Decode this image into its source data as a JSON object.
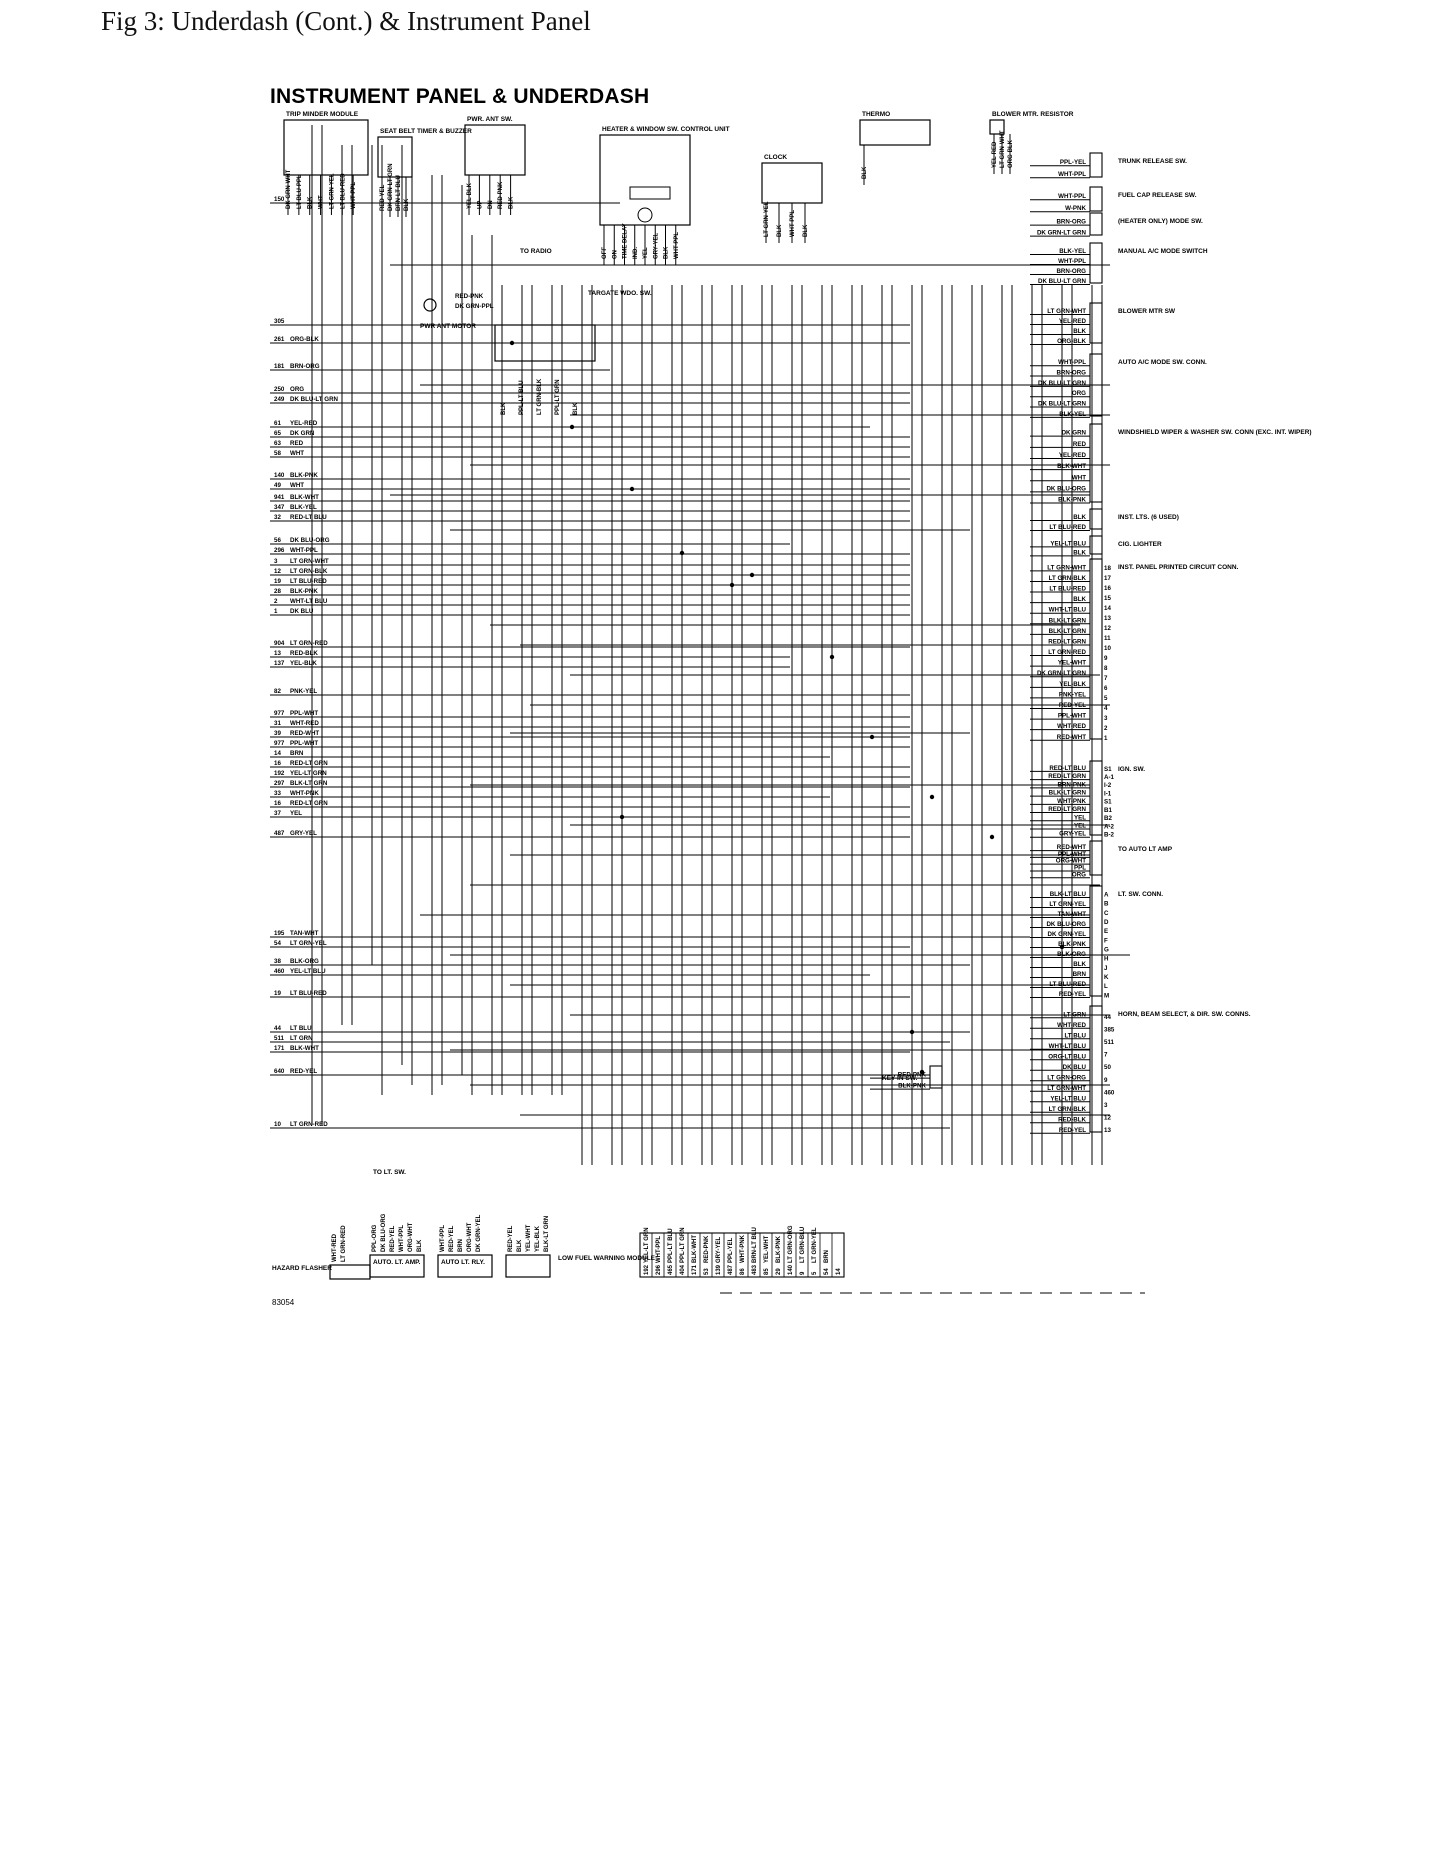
{
  "page_caption": "Fig 3: Underdash (Cont.) & Instrument Panel",
  "diagram": {
    "title": "INSTRUMENT PANEL & UNDERDASH",
    "figure_code": "83054",
    "left_circuits": [
      {
        "num": "150",
        "wire": ""
      },
      {
        "num": "305",
        "wire": ""
      },
      {
        "num": "261",
        "wire": "ORG-BLK"
      },
      {
        "num": "181",
        "wire": "BRN-ORG"
      },
      {
        "num": "250",
        "wire": "ORG"
      },
      {
        "num": "249",
        "wire": "DK BLU-LT GRN"
      },
      {
        "num": "61",
        "wire": "YEL-RED"
      },
      {
        "num": "65",
        "wire": "DK GRN"
      },
      {
        "num": "63",
        "wire": "RED"
      },
      {
        "num": "58",
        "wire": "WHT"
      },
      {
        "num": "140",
        "wire": "BLK-PNK"
      },
      {
        "num": "49",
        "wire": "WHT"
      },
      {
        "num": "941",
        "wire": "BLK-WHT"
      },
      {
        "num": "347",
        "wire": "BLK-YEL"
      },
      {
        "num": "32",
        "wire": "RED-LT BLU"
      },
      {
        "num": "56",
        "wire": "DK BLU-ORG"
      },
      {
        "num": "296",
        "wire": "WHT-PPL"
      },
      {
        "num": "3",
        "wire": "LT GRN-WHT"
      },
      {
        "num": "12",
        "wire": "LT GRN-BLK"
      },
      {
        "num": "19",
        "wire": "LT BLU-RED"
      },
      {
        "num": "28",
        "wire": "BLK-PNK"
      },
      {
        "num": "2",
        "wire": "WHT-LT BLU"
      },
      {
        "num": "1",
        "wire": "DK BLU"
      },
      {
        "num": "904",
        "wire": "LT GRN-RED"
      },
      {
        "num": "13",
        "wire": "RED-BLK"
      },
      {
        "num": "137",
        "wire": "YEL-BLK"
      },
      {
        "num": "82",
        "wire": "PNK-YEL"
      },
      {
        "num": "977",
        "wire": "PPL-WHT"
      },
      {
        "num": "31",
        "wire": "WHT-RED"
      },
      {
        "num": "39",
        "wire": "RED-WHT"
      },
      {
        "num": "977",
        "wire": "PPL-WHT"
      },
      {
        "num": "14",
        "wire": "BRN"
      },
      {
        "num": "16",
        "wire": "RED-LT GRN"
      },
      {
        "num": "192",
        "wire": "YEL-LT GRN"
      },
      {
        "num": "297",
        "wire": "BLK-LT GRN"
      },
      {
        "num": "33",
        "wire": "WHT-PNK"
      },
      {
        "num": "16",
        "wire": "RED-LT GRN"
      },
      {
        "num": "37",
        "wire": "YEL"
      },
      {
        "num": "487",
        "wire": "GRY-YEL"
      },
      {
        "num": "195",
        "wire": "TAN-WHT"
      },
      {
        "num": "54",
        "wire": "LT GRN-YEL"
      },
      {
        "num": "38",
        "wire": "BLK-ORG"
      },
      {
        "num": "460",
        "wire": "YEL-LT BLU"
      },
      {
        "num": "19",
        "wire": "LT BLU-RED"
      },
      {
        "num": "44",
        "wire": "LT BLU"
      },
      {
        "num": "511",
        "wire": "LT GRN"
      },
      {
        "num": "171",
        "wire": "BLK-WHT"
      },
      {
        "num": "640",
        "wire": "RED-YEL"
      },
      {
        "num": "10",
        "wire": "LT GRN-RED"
      }
    ],
    "top_components": [
      {
        "name": "TRIP MINDER MODULE",
        "pins": [
          "DK GRN-WHT",
          "LT BLU-PPL",
          "BLK",
          "WHT",
          "LT GRN-YEL",
          "LT BLU-RED",
          "WHT-PPL"
        ]
      },
      {
        "name": "SEAT BELT TIMER & BUZZER",
        "pins": [
          "RED-YEL",
          "DK GRN-LT GRN",
          "BRN-LT BLU",
          "BLK"
        ]
      },
      {
        "name": "PWR. ANT SW.",
        "pins": [
          "YEL-BLK",
          "UP",
          "DN",
          "RED-PNK",
          "BLK"
        ]
      },
      {
        "name": "HEATER & WINDOW SW. CONTROL UNIT",
        "pins": [
          "OFF",
          "ON",
          "TIME DELAY",
          "IND.",
          "YEL",
          "GRY-YEL",
          "BLK",
          "WHT-PPL"
        ]
      },
      {
        "name": "CLOCK",
        "pins": [
          "LT GRN-YEL",
          "BLK",
          "WHT-PPL",
          "BLK"
        ]
      },
      {
        "name": "THERMO",
        "pins": [
          "BLK"
        ]
      },
      {
        "name": "BLOWER MTR. RESISTOR",
        "pins": [
          "YEL-RED",
          "LT GRN-WHT",
          "ORG-BLK"
        ]
      }
    ],
    "center_labels": {
      "to_radio": "TO RADIO",
      "targate": "TARGATE WDO. SW.",
      "pwr_ant_motor": "PWR ANT MOTOR",
      "pwr_ant_wires": [
        "RED-PNK",
        "DK GRN-PPL"
      ],
      "targate_pins": [
        "BLK",
        "PPL-LT BLU",
        "LT GRN-BLK",
        "PPL-LT GRN",
        "BLK"
      ]
    },
    "right_connectors": [
      {
        "name": "TRUNK RELEASE SW.",
        "wires": [
          "PPL-YEL",
          "WHT-PPL"
        ]
      },
      {
        "name": "FUEL CAP RELEASE SW.",
        "wires": [
          "WHT-PPL",
          "W-PNK"
        ]
      },
      {
        "name": "(HEATER ONLY) MODE SW.",
        "wires": [
          "BRN-ORG",
          "DK GRN-LT GRN"
        ]
      },
      {
        "name": "MANUAL A/C MODE SWITCH",
        "wires": [
          "BLK-YEL",
          "WHT-PPL",
          "BRN-ORG",
          "DK BLU-LT GRN"
        ]
      },
      {
        "name": "BLOWER MTR SW",
        "wires": [
          "LT GRN-WHT",
          "YEL-RED",
          "BLK",
          "ORG-BLK"
        ]
      },
      {
        "name": "AUTO A/C MODE SW. CONN.",
        "wires": [
          "WHT-PPL",
          "BRN-ORG",
          "DK BLU-LT GRN",
          "ORG",
          "DK BLU-LT GRN",
          "BLK-YEL"
        ]
      },
      {
        "name": "WINDSHIELD WIPER & WASHER SW. CONN (EXC. INT. WIPER)",
        "wires": [
          "DK GRN",
          "RED",
          "YEL-RED",
          "BLK-WHT",
          "WHT",
          "DK BLU-ORG",
          "BLK-PNK"
        ]
      },
      {
        "name": "INST. LTS. (6 USED)",
        "wires": [
          "BLK",
          "LT BLU-RED"
        ]
      },
      {
        "name": "CIG. LIGHTER",
        "wires": [
          "YEL-LT BLU",
          "BLK"
        ]
      },
      {
        "name": "INST. PANEL PRINTED CIRCUIT CONN.",
        "wires": [
          "LT GRN-WHT",
          "LT GRN-BLK",
          "LT BLU-RED",
          "BLK",
          "WHT-LT BLU",
          "BLK-LT GRN",
          "BLK-LT GRN",
          "RED-LT GRN",
          "LT GRN-RED",
          "YEL-WHT",
          "DK GRN-LT GRN",
          "YEL-BLK",
          "PNK-YEL",
          "RED-YEL",
          "PPL-WHT",
          "WHT-RED",
          "RED-WHT"
        ],
        "pins": [
          "18",
          "17",
          "16",
          "15",
          "14",
          "13",
          "12",
          "11",
          "10",
          "9",
          "8",
          "7",
          "6",
          "5",
          "4",
          "3",
          "2",
          "1"
        ]
      },
      {
        "name": "IGN. SW.",
        "wires": [
          "RED-LT BLU",
          "RED-LT GRN",
          "BRN-PNK",
          "BLK-LT GRN",
          "WHT-PNK",
          "RED-LT GRN",
          "YEL",
          "YEL",
          "GRY-YEL"
        ],
        "pins": [
          "S1",
          "A-1",
          "I-2",
          "I-1",
          "S1",
          "B1",
          "B2",
          "A-2",
          "B-2"
        ]
      },
      {
        "name": "TO AUTO LT AMP",
        "wires": [
          "RED-WHT",
          "PPL-WHT",
          "ORG-WHT",
          "PPL",
          "ORG"
        ]
      },
      {
        "name": "LT. SW. CONN.",
        "wires": [
          "BLK-LT BLU",
          "LT GRN-YEL",
          "TAN-WHT",
          "DK BLU-ORG",
          "DK GRN-YEL",
          "BLK-PNK",
          "BLK-ORG",
          "BLK",
          "BRN",
          "LT BLU-RED",
          "RED-YEL"
        ],
        "pins": [
          "A",
          "B",
          "C",
          "D",
          "E",
          "F",
          "G",
          "H",
          "J",
          "K",
          "L",
          "M"
        ]
      },
      {
        "name": "HORN, BEAM SELECT, & DIR. SW. CONNS.",
        "wires": [
          "LT GRN",
          "WHT-RED",
          "LT BLU",
          "WHT-LT BLU",
          "ORG-LT BLU",
          "DK BLU",
          "LT GRN-ORG",
          "LT GRN-WHT",
          "YEL-LT BLU",
          "LT GRN-BLK",
          "RED-BLK",
          "RED-YEL"
        ],
        "pins": [
          "44",
          "385",
          "511",
          "7",
          "50",
          "9",
          "460",
          "3",
          "12",
          "13"
        ]
      },
      {
        "name": "KEY IN SW.",
        "wires": [
          "RED-PNK",
          "BLK-PNK"
        ]
      }
    ],
    "bottom_modules": [
      {
        "name": "HAZARD FLASHER",
        "pins": [
          "WHT-RED",
          "LT GRN-RED"
        ]
      },
      {
        "name": "AUTO. LT. AMP.",
        "pins": [
          "PPL-ORG",
          "DK BLU-ORG",
          "RED-YEL",
          "WHT-PPL",
          "ORG-WHT",
          "BLK"
        ]
      },
      {
        "name": "AUTO LT. RLY.",
        "pins": [
          "WHT-PPL",
          "RED-YEL",
          "BRN",
          "ORG-WHT",
          "DK GRN-YEL"
        ]
      },
      {
        "name": "LOW FUEL WARNING MODULE",
        "pins": [
          "RED-YEL",
          "BLK",
          "YEL-WHT",
          "YEL-BLK",
          "BLK-LT GRN"
        ]
      },
      {
        "name": "TO LT. SW.",
        "pins": []
      }
    ],
    "bottom_connector": {
      "wires": [
        "YEL-LT GRN",
        "WHT-PPL",
        "PPL-LT BLU",
        "PPL-LT GRN",
        "BLK-WHT",
        "RED-PNK",
        "GRY-YEL",
        "PPL-YEL",
        "WHT-PNK",
        "BRN-LT BLU",
        "YEL-WHT",
        "BLK-PNK",
        "LT GRN-ORG",
        "LT GRN-BLU",
        "LT GRN-YEL",
        "BRN"
      ],
      "codes": [
        "192",
        "296",
        "465",
        "404",
        "171",
        "53",
        "139",
        "487",
        "86",
        "483",
        "85",
        "29",
        "140",
        "9",
        "5",
        "54",
        "14"
      ]
    }
  }
}
